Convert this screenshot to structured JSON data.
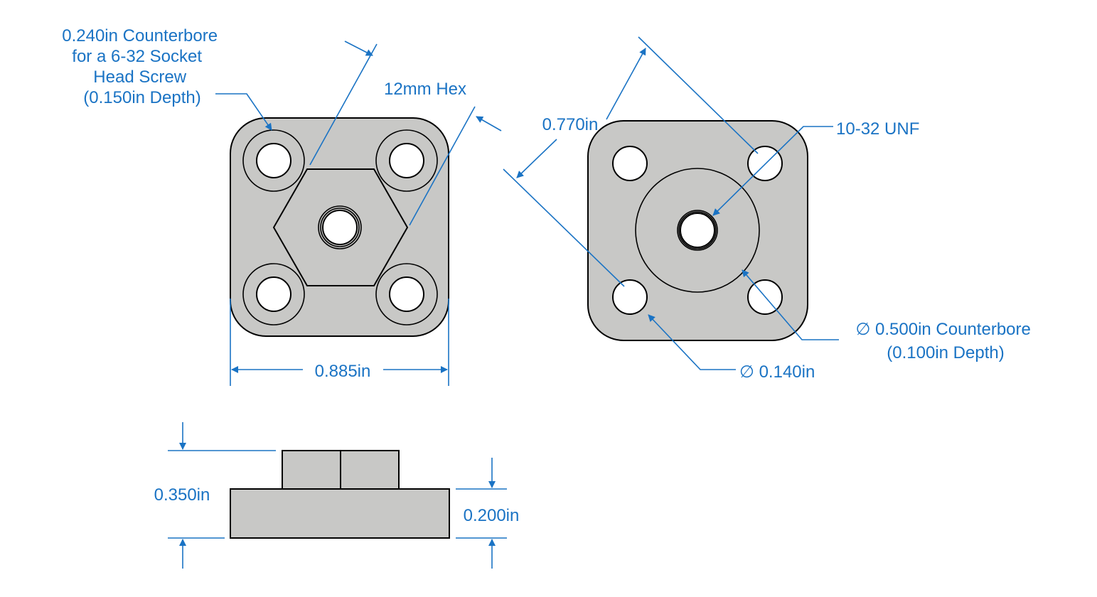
{
  "labels": {
    "counterbore_top": [
      "0.240in Counterbore",
      "for a 6-32 Socket",
      "Head Screw",
      "(0.150in Depth)"
    ],
    "hex": "12mm  Hex",
    "width": "0.885in",
    "hole_spacing": "0.770in",
    "thread": "10-32 UNF",
    "counterbore_bottom": [
      "∅ 0.500in Counterbore",
      "(0.100in Depth)"
    ],
    "hole_dia": "∅ 0.140in",
    "total_height": "0.350in",
    "base_height": "0.200in"
  },
  "colors": {
    "dimension": "#1a73c4",
    "part_fill": "#c8c8c6",
    "outline": "#000000"
  }
}
